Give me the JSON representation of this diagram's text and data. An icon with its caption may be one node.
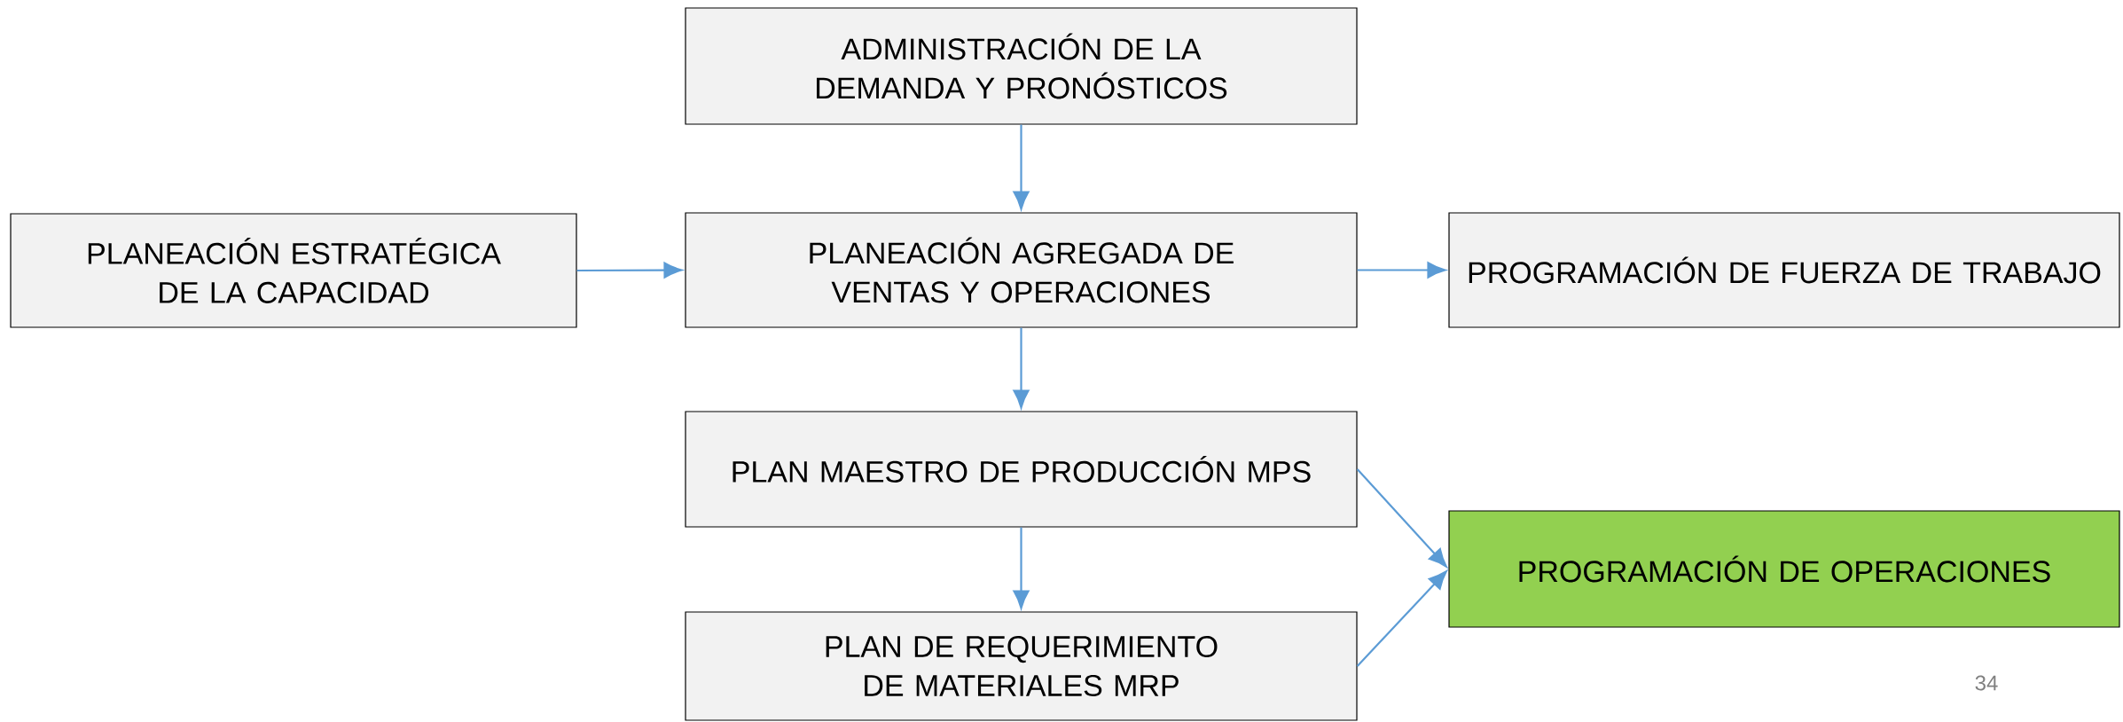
{
  "diagram": {
    "nodes": [
      {
        "text": [
          "ADMINISTRACIÓN DE LA DEMANDA Y PRONÓSTICOS"
        ]
      },
      {
        "text": [
          "PLANEACIÓN ESTRATÉGICA DE LA CAPACIDAD"
        ]
      },
      {
        "text": [
          "PLANEACIÓN AGREGADA DE VENTAS Y OPERACIONES"
        ]
      },
      {
        "text": [
          "PROGRAMACIÓN DE FUERZA DE TRABAJO"
        ]
      },
      {
        "text": [
          "PLAN MAESTRO DE PRODUCCIÓN MPS"
        ]
      },
      {
        "text": [
          "PROGRAMACIÓN DE OPERACIONES"
        ]
      },
      {
        "text": [
          "PLAN DE REQUERIMIENTO DE MATERIALES MRP"
        ]
      }
    ],
    "edges": [
      {
        "from": 0,
        "to": 2,
        "arrow": "to"
      },
      {
        "from": 1,
        "to": 2,
        "arrow": "to"
      },
      {
        "from": 2,
        "to": 3,
        "arrow": "to"
      },
      {
        "from": 2,
        "to": 4,
        "arrow": "to"
      },
      {
        "from": 4,
        "to": 6,
        "arrow": "to"
      },
      {
        "from": 4,
        "to": 5,
        "arrow": "to"
      },
      {
        "from": 6,
        "to": 5,
        "arrow": "to"
      }
    ],
    "labels": [
      "34"
    ]
  }
}
